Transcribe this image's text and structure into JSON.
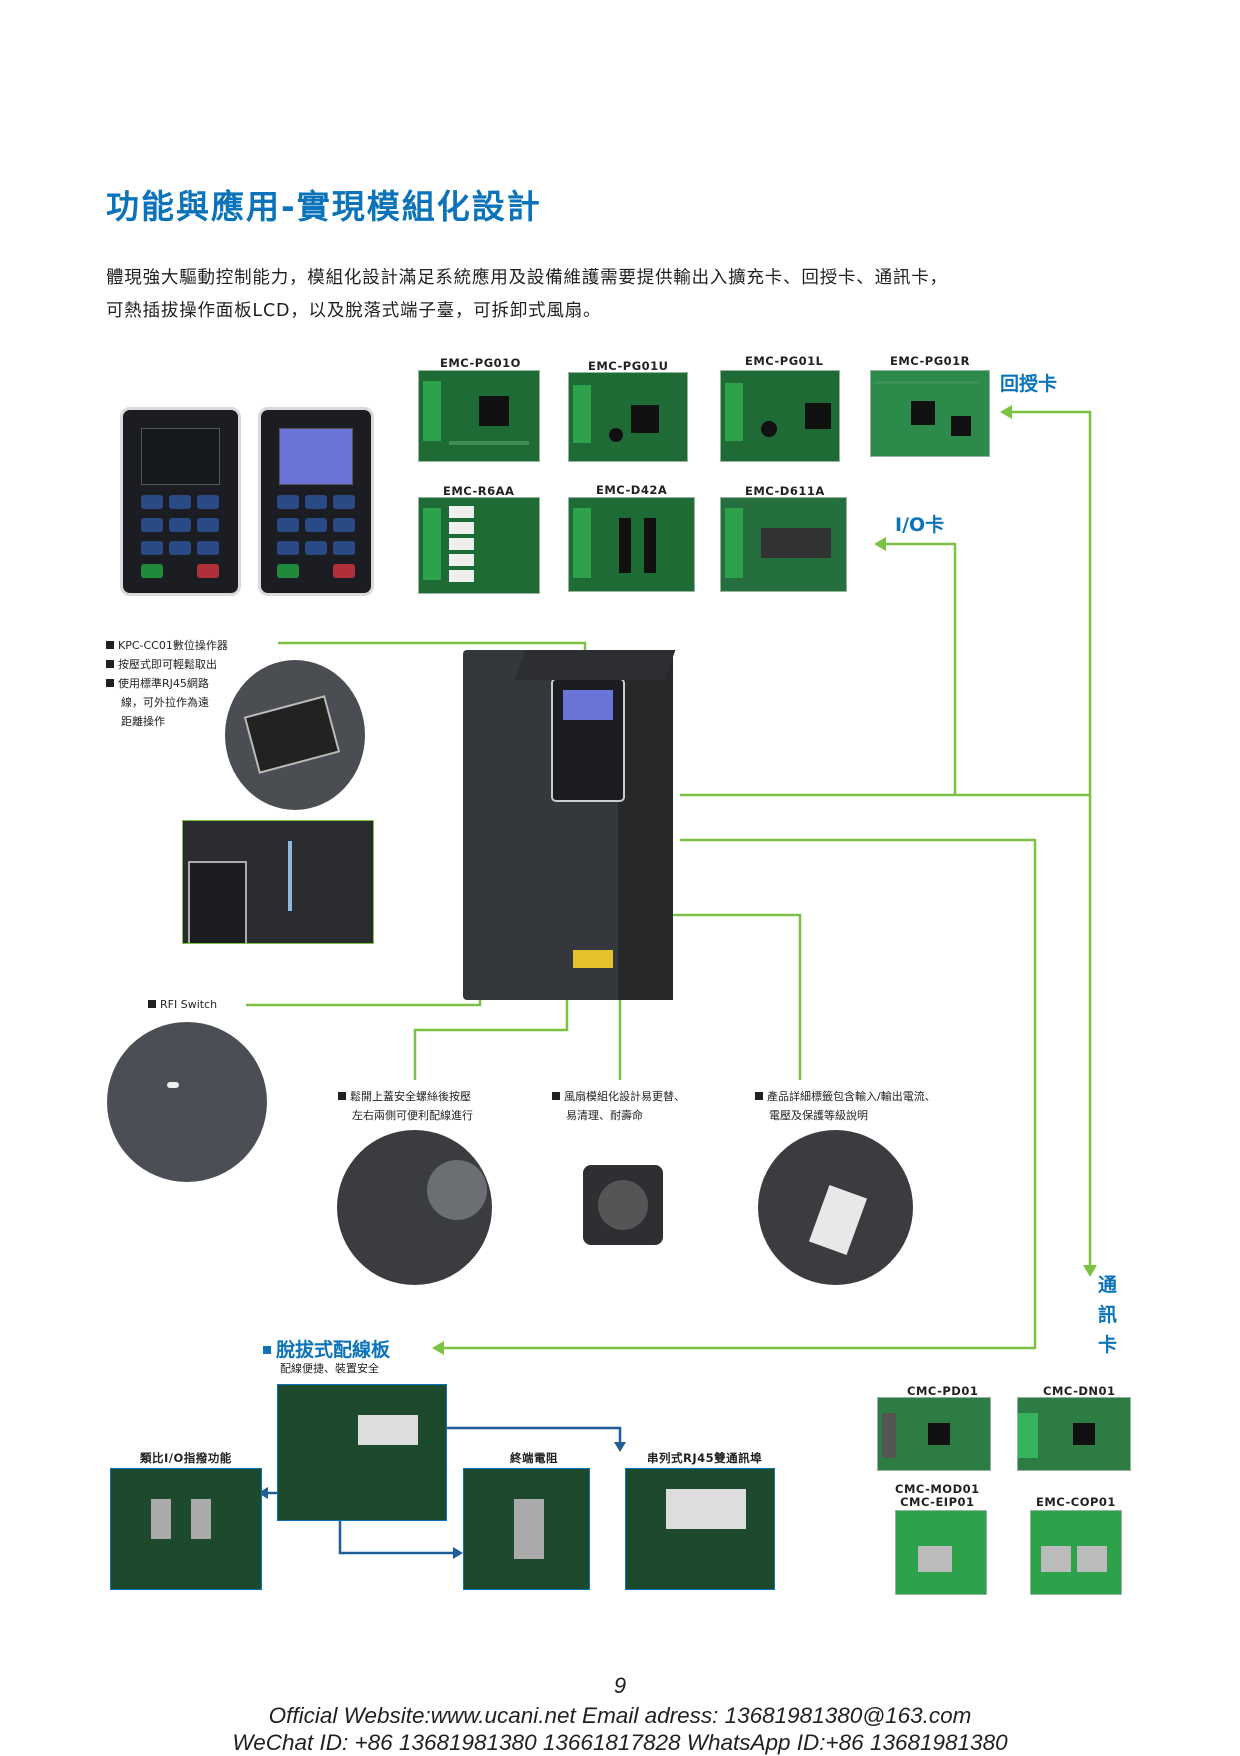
{
  "header": {
    "title": "功能與應用-實現模組化設計",
    "intro_line1": "體現強大驅動控制能力，模組化設計滿足系統應用及設備維護需要提供輸出入擴充卡、回授卡、通訊卡，",
    "intro_line2": "可熱插拔操作面板LCD，以及脫落式端子臺，可拆卸式風扇。"
  },
  "feedback_cards": [
    {
      "model": "EMC-PG01O"
    },
    {
      "model": "EMC-PG01U"
    },
    {
      "model": "EMC-PG01L"
    },
    {
      "model": "EMC-PG01R"
    }
  ],
  "io_cards": [
    {
      "model": "EMC-R6AA"
    },
    {
      "model": "EMC-D42A"
    },
    {
      "model": "EMC-D611A"
    }
  ],
  "comm_cards": [
    {
      "model": "CMC-PD01"
    },
    {
      "model": "CMC-DN01"
    },
    {
      "model": "CMC-MOD01\nCMC-EIP01"
    },
    {
      "model": "EMC-COP01"
    }
  ],
  "labels": {
    "feedback": "回授卡",
    "io": "I/O卡",
    "comm": "通\n訊\n卡",
    "keypad_1": "KPC-CC01數位操作器",
    "keypad_2": "按壓式即可輕鬆取出",
    "keypad_3": "使用標準RJ45網路",
    "keypad_3b": "線，可外拉作為遠",
    "keypad_3c": "距離操作",
    "rfi": "RFI Switch",
    "cover_1": "鬆開上蓋安全螺絲後按壓",
    "cover_2": "左右兩側可便利配線進行",
    "fan_1": "風扇模組化設計易更替、",
    "fan_2": "易清理、耐壽命",
    "label_1": "產品詳細標籤包含輸入/輸出電流、",
    "label_2": "電壓及保護等級說明",
    "terminal_title": "脫拔式配線板",
    "terminal_sub": "配線便捷、裝置安全",
    "analog": "類比I/O指撥功能",
    "termination": "終端電阻",
    "rj45": "串列式RJ45雙通訊埠"
  },
  "footer": {
    "page": "9",
    "line1": "Official Website:www.ucani.net  Email adress: 13681981380@163.com",
    "line2": "WeChat  ID: +86 13681981380 13661817828  WhatsApp ID:+86 13681981380"
  },
  "colors": {
    "title_blue": "#0b73ba",
    "line_green": "#7bc143",
    "pcb_green": "#1f6b36"
  }
}
